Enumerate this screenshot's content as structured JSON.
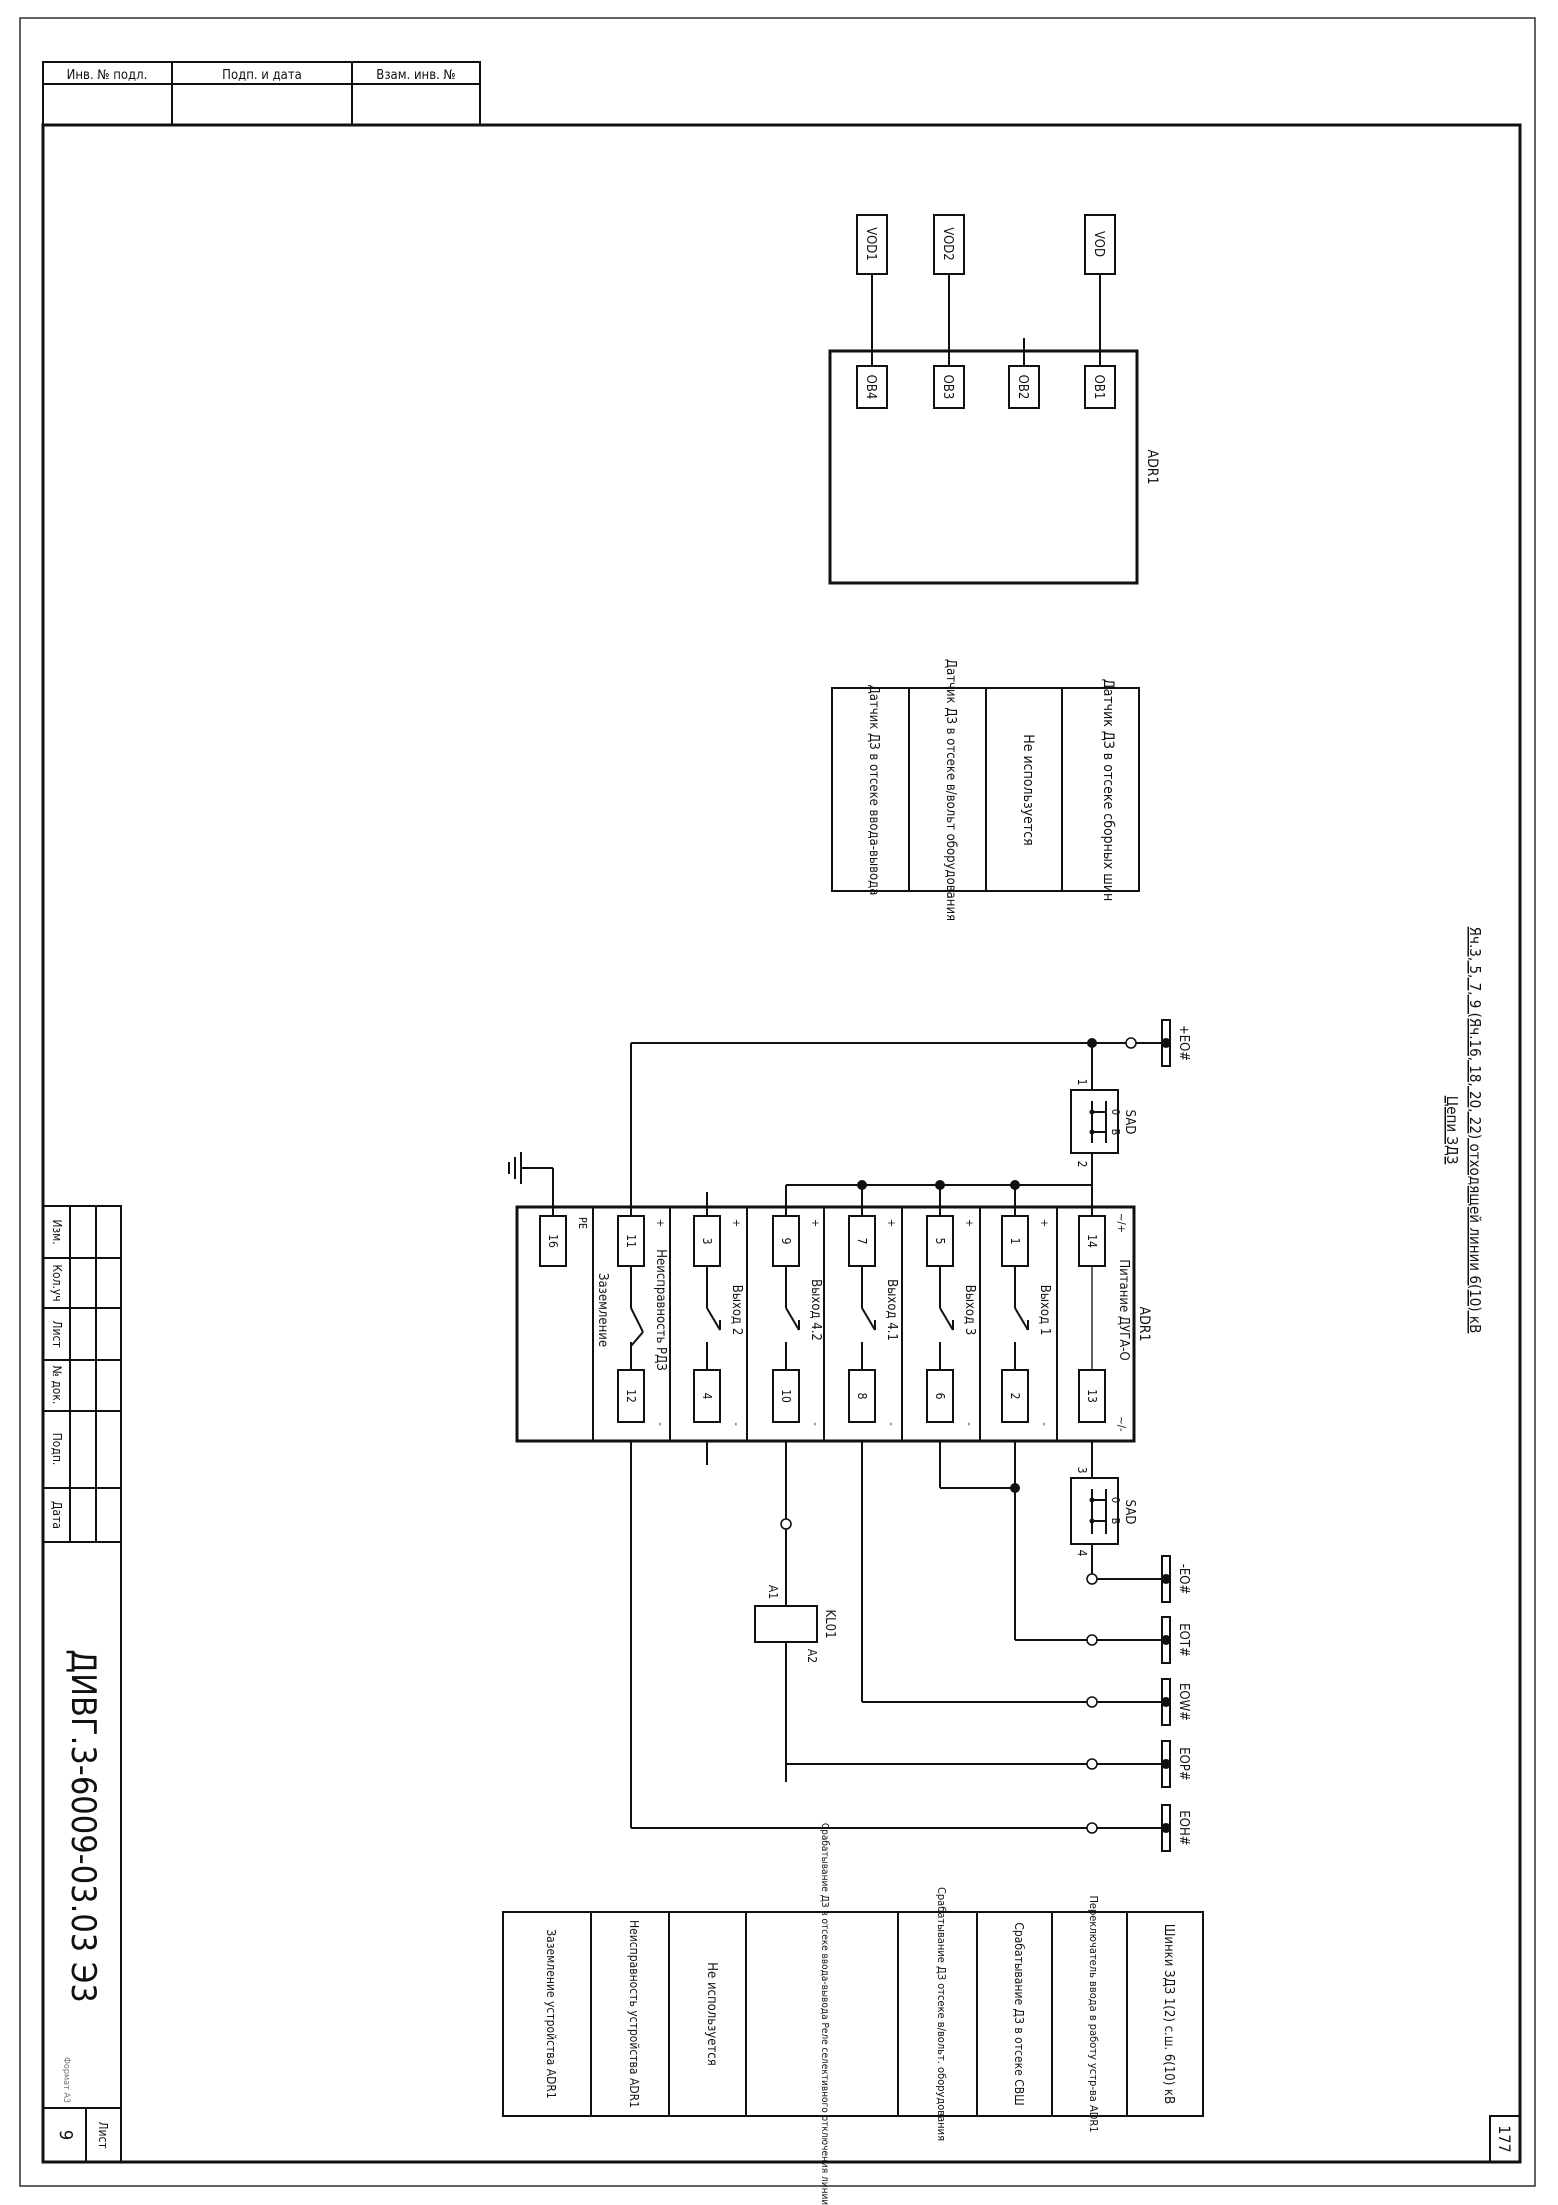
{
  "stamp": {
    "inv_podl": "Инв. № подл.",
    "podp_data": "Подп. и дата",
    "vzam_inv": "Взам. инв. №"
  },
  "header": {
    "line1": "Яч.3, 5, 7, 9 (Яч.16, 18, 20, 22) отходящей линии 6(10) кВ",
    "line2": "Цепи ЗДЗ"
  },
  "adr_top": {
    "label": "ADR1",
    "inputs": [
      "OB4",
      "OB3",
      "OB2",
      "OB1"
    ],
    "sensors": [
      "VOD1",
      "VOD2",
      "",
      "VOD"
    ]
  },
  "sensor_table": {
    "rows": [
      "Датчик ДЗ в отсеке сборных шин",
      "Не используется",
      "Датчик ДЗ в отсеке в/вольт оборудования",
      "Датчик ДЗ в отсеке ввода-вывода"
    ]
  },
  "adr_main": {
    "label": "ADR1",
    "cells": [
      {
        "top": "14",
        "bottom": "13",
        "desc": "Питание ДУГА-О",
        "pol_top": "~/+",
        "pol_bot": "~/-"
      },
      {
        "top": "1",
        "bottom": "2",
        "desc": "Выход 1",
        "pol_top": "+",
        "pol_bot": "-"
      },
      {
        "top": "5",
        "bottom": "6",
        "desc": "Выход 3",
        "pol_top": "+",
        "pol_bot": "-"
      },
      {
        "top": "7",
        "bottom": "8",
        "desc": "Выход 4.1",
        "pol_top": "+",
        "pol_bot": "-"
      },
      {
        "top": "9",
        "bottom": "10",
        "desc": "Выход 4.2",
        "pol_top": "+",
        "pol_bot": "-"
      },
      {
        "top": "3",
        "bottom": "4",
        "desc": "Выход 2",
        "pol_top": "+",
        "pol_bot": "-"
      },
      {
        "top": "11",
        "bottom": "12",
        "desc": "Неисправность РДЗ",
        "pol_top": "+",
        "pol_bot": "-"
      },
      {
        "top": "16",
        "bottom": "",
        "desc": "Заземление",
        "pol_top": "PE",
        "pol_bot": ""
      }
    ]
  },
  "sad": {
    "label": "SAD",
    "top_pins": [
      "1",
      "2"
    ],
    "bot_pins": [
      "3",
      "4"
    ],
    "pos": [
      "0",
      "В"
    ]
  },
  "relay": {
    "label": "KL01",
    "a1": "A1",
    "a2": "A2"
  },
  "buses": [
    {
      "label": "+EO#"
    },
    {
      "label": "-EO#"
    },
    {
      "label": "EOT#"
    },
    {
      "label": "EOW#"
    },
    {
      "label": "EOP#"
    },
    {
      "label": "EOH#"
    }
  ],
  "bus_table": {
    "rows": [
      "Шинки ЗДЗ 1(2) с.ш. 6(10) кВ",
      "Переключатель ввода в работу устр-ва ADR1",
      "Срабатывание ДЗ в отсеке СВШ",
      "Срабатывание ДЗ отсеке в/вольт. оборудования",
      "Срабатывание ДЗ в отсеке ввода-вывода Реле селективного отключения линии",
      "Не используется",
      "Неисправность устройства ADR1",
      "Заземление устройства ADR1"
    ]
  },
  "title_block": {
    "cols": [
      "Изм.",
      "Кол.уч",
      "Лист",
      "№ док.",
      "Подп.",
      "Дата"
    ],
    "doc_code": "ДИВГ.3-6009-03.03 Э3",
    "sheet_label": "Лист",
    "sheet_no": "9"
  },
  "page_number": "177",
  "footer_fragment": "Формат А3"
}
